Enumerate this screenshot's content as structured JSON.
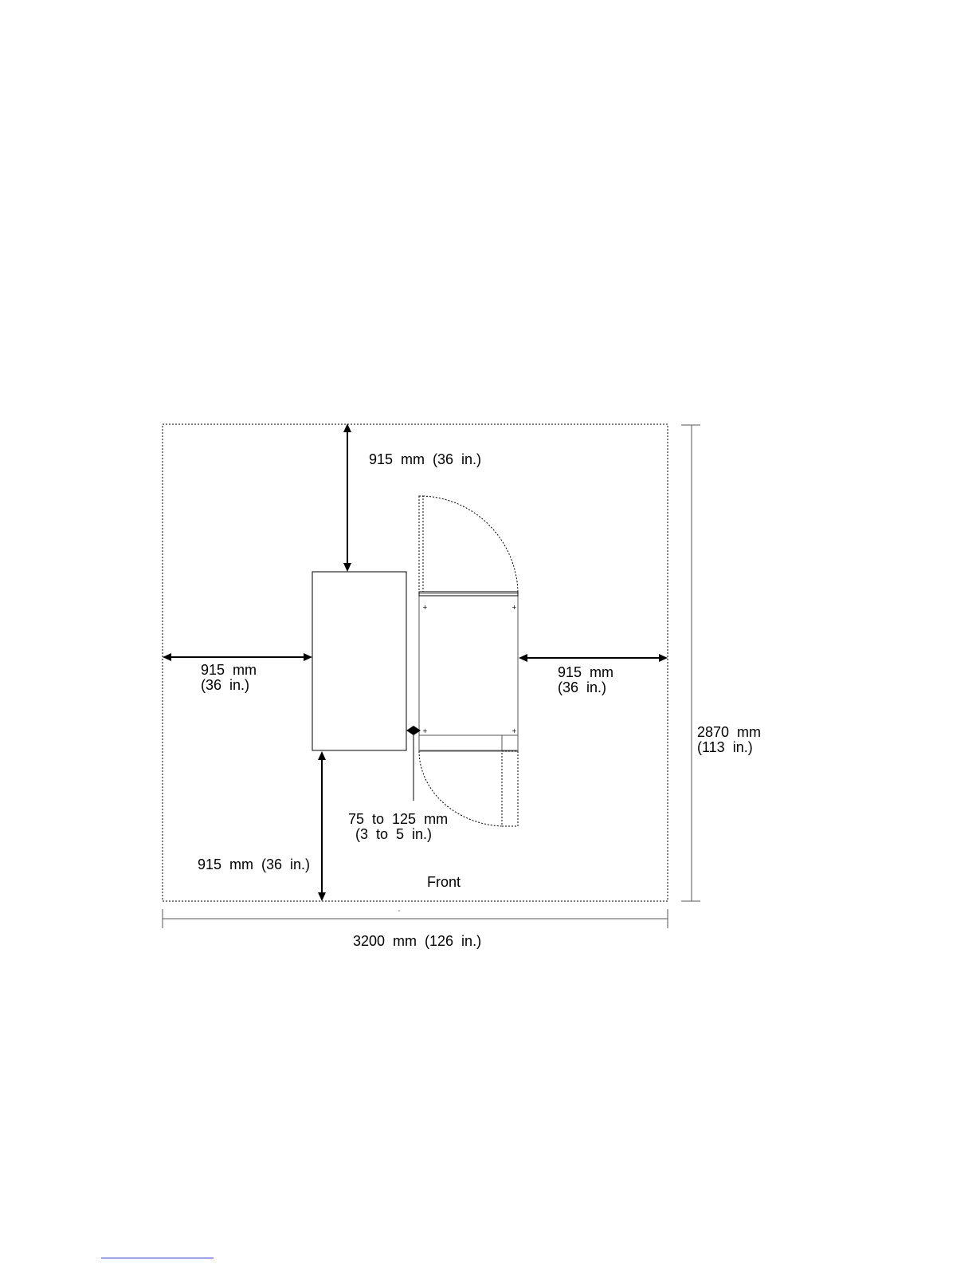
{
  "labels": {
    "top_clearance": "915  mm  (36  in.)",
    "left_clearance_mm": "915  mm",
    "left_clearance_in": "(36  in.)",
    "right_clearance_mm": "915  mm",
    "right_clearance_in": "(36  in.)",
    "bottom_clearance": "915  mm  (36  in.)",
    "gap_mm": "75  to  125  mm",
    "gap_in": "(3  to  5  in.)",
    "front": "Front",
    "depth_mm": "2870  mm",
    "depth_in": "(113  in.)",
    "width_total": "3200  mm  (126  in.)"
  },
  "colors": {
    "line": "#000000",
    "link_underline": "#2a2ad8"
  }
}
